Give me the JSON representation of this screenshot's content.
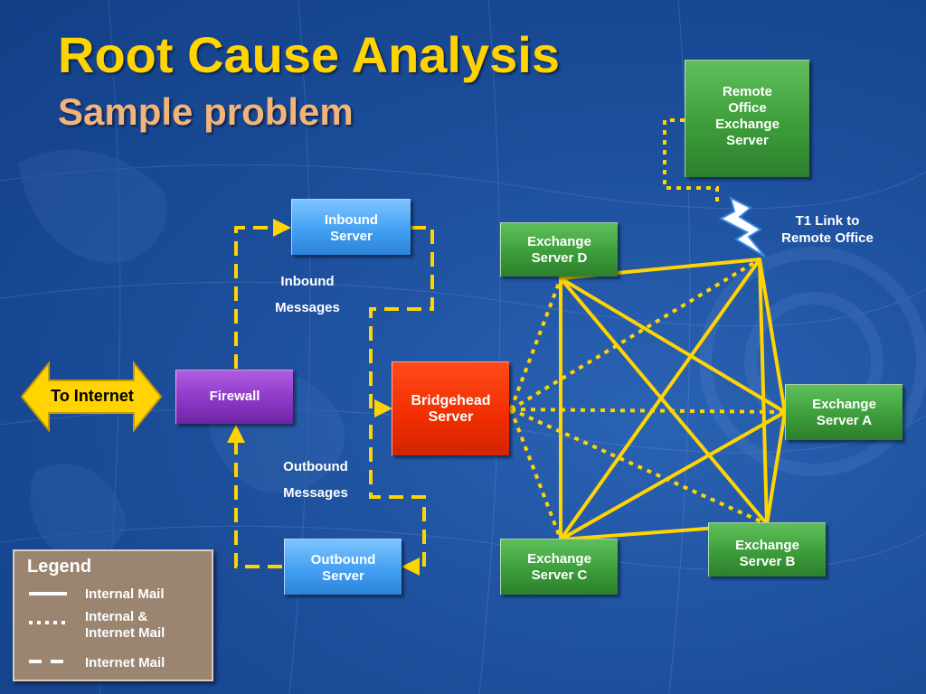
{
  "slide": {
    "title": "Root Cause Analysis",
    "subtitle": "Sample problem"
  },
  "nodes": {
    "remote_office": "Remote\nOffice\nExchange\nServer",
    "inbound_server": "Inbound\nServer",
    "exchange_d": "Exchange\nServer D",
    "firewall": "Firewall",
    "bridgehead": "Bridgehead\nServer",
    "exchange_a": "Exchange\nServer A",
    "outbound_server": "Outbound\nServer",
    "exchange_c": "Exchange\nServer C",
    "exchange_b": "Exchange\nServer B"
  },
  "labels": {
    "to_internet": "To Internet",
    "t1_link": "T1 Link to\nRemote Office",
    "inbound_messages": "Inbound\nMessages",
    "outbound_messages": "Outbound\nMessages"
  },
  "legend": {
    "title": "Legend",
    "internal_mail": "Internal Mail",
    "internal_internet": "Internal &\nInternet Mail",
    "internet_mail": "Internet Mail"
  },
  "colors": {
    "background": "#1d4f9c",
    "title": "#ffd400",
    "subtitle": "#f3b47a",
    "link_line": "#ffd400",
    "node_green": "#3a9a38",
    "node_blue": "#3f9df0",
    "node_purple": "#8a35c4",
    "node_red": "#f02d00",
    "legend_bg": "#9b8470"
  },
  "icons": [
    "lightning-icon",
    "double-arrow-icon"
  ]
}
